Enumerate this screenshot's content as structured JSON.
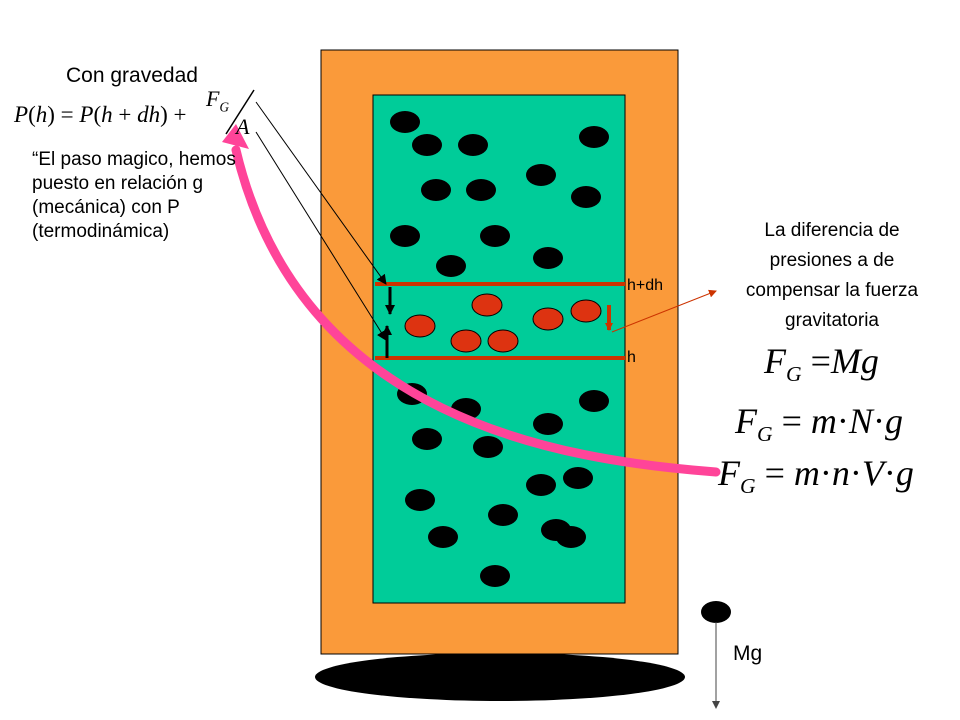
{
  "title": "Con gravedad",
  "quote": "“El paso magico, hemos puesto en relación g (mecánica) con P (termodinámica)",
  "note": "La diferencia de presiones a de compensar la fuerza gravitatoria",
  "labels": {
    "top_line": "h+dh",
    "bottom_line": "h",
    "weight": "Mg"
  },
  "equations": {
    "pressure_balance": "P(h) = P(h + dh) + F_G / A",
    "fg_numerator": "F_G",
    "area_denominator": "A",
    "force1": "F_G = Mg",
    "force2": "F_G = m·N·g",
    "force3": "F_G = m·n·V·g"
  },
  "colors": {
    "container": "#fa9a3a",
    "fluid": "#00cc99",
    "particle": "#000000",
    "slab_particle": "#dd3311",
    "slab_line": "#cc3300",
    "big_arrow": "#ff4499",
    "base_shadow": "#000000"
  }
}
